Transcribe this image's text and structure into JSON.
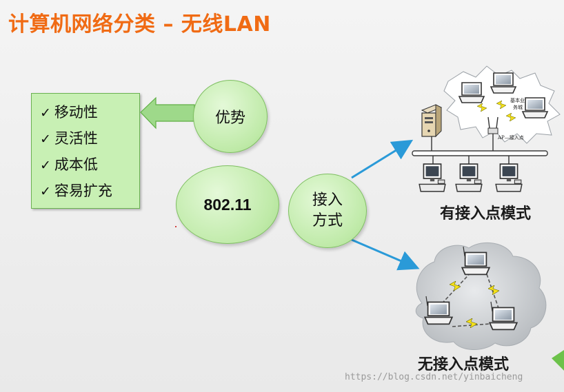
{
  "title": "计算机网络分类 – 无线LAN",
  "advantages_label": "优势",
  "advantages": [
    {
      "check": "✓",
      "text": "移动性"
    },
    {
      "check": "✓",
      "text": "灵活性"
    },
    {
      "check": "✓",
      "text": "成本低"
    },
    {
      "check": "✓",
      "text": "容易扩充"
    }
  ],
  "standard": "802.11",
  "access_mode": {
    "line1": "接入",
    "line2": "方式"
  },
  "modes": {
    "with_ap": "有接入点模式",
    "without_ap": "无接入点模式"
  },
  "ap_diagram": {
    "ap_label": "AP—接入点",
    "bss_label_line1": "基本业",
    "bss_label_line2": "务城"
  },
  "watermark": "https://blog.csdn.net/yinbaicheng",
  "colors": {
    "title": "#f06b14",
    "bubble_fill": "#bfeaa8",
    "box_fill": "#c8f0b4",
    "arrow_blue": "#2a9ad8",
    "arrow_green": "#9ed98a"
  }
}
